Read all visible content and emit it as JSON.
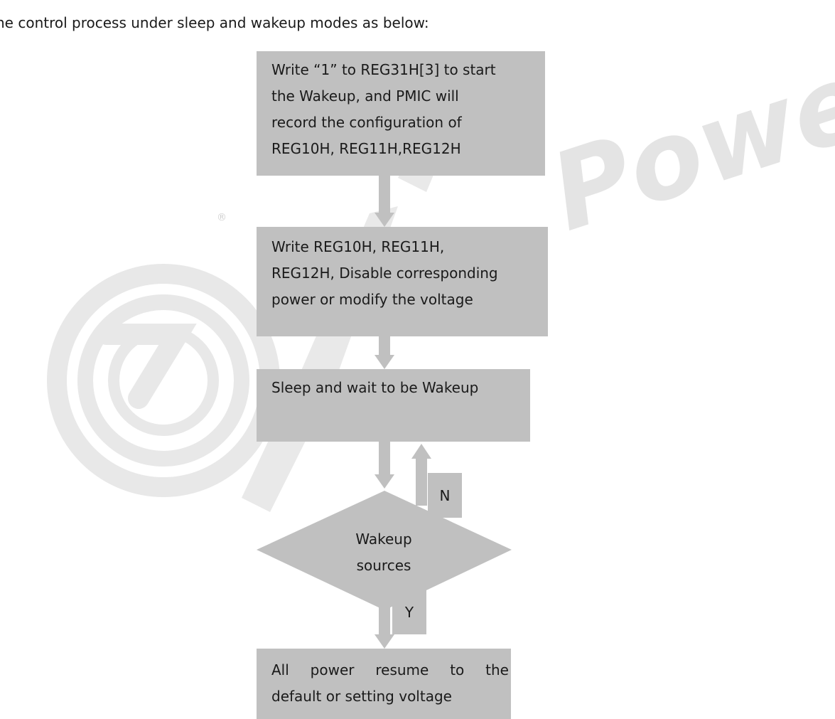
{
  "intro": "he control process under sleep and wakeup modes as below:",
  "boxes": {
    "start": [
      "Write “1” to REG31H[3] to start",
      "the Wakeup, and PMIC will",
      "record the configuration of",
      "REG10H, REG11H,REG12H"
    ],
    "write": [
      "Write REG10H, REG11H,",
      "REG12H, Disable corresponding",
      "power or modify the voltage"
    ],
    "sleep": "Sleep and wait to be Wakeup",
    "resume": [
      "All power resume to the",
      "default or setting voltage"
    ]
  },
  "decision": [
    "Wakeup",
    "sources"
  ],
  "branch_no": "N",
  "branch_yes": "Y",
  "watermark": {
    "text": "Powers",
    "registered": "®"
  },
  "colors": {
    "box": "#c0c0c0",
    "watermark": "#e6e6e6",
    "text": "#1a1a1a"
  }
}
